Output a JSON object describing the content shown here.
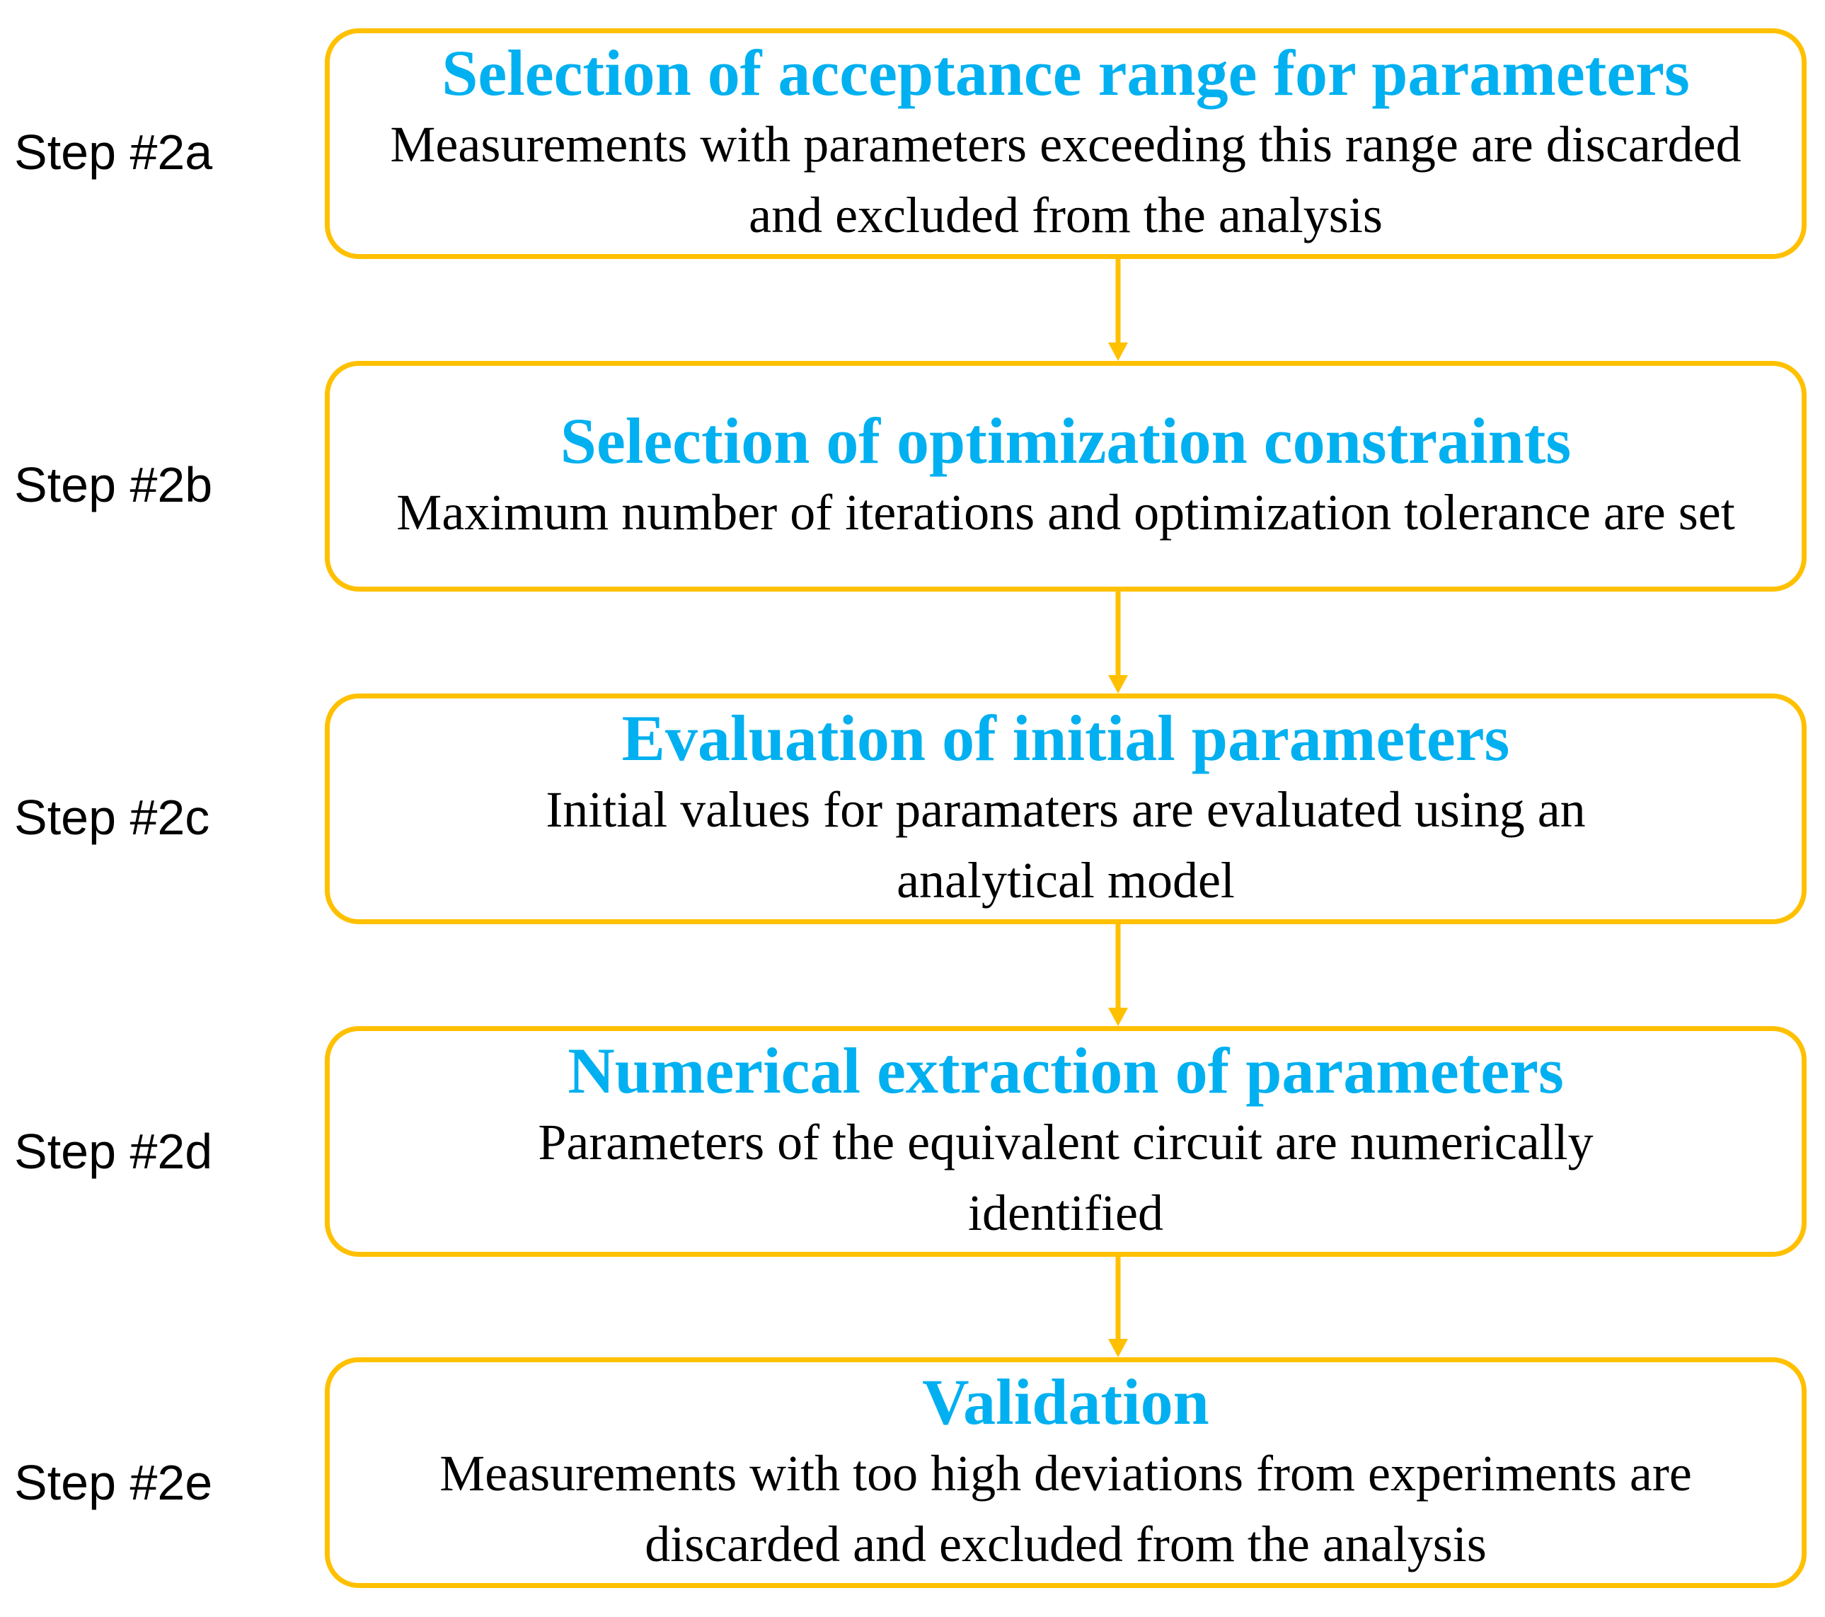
{
  "colors": {
    "box_border": "#FFC000",
    "title_text": "#00B0F0",
    "body_text": "#000000",
    "arrow": "#FFC000"
  },
  "steps": [
    {
      "label": "Step #2a",
      "title": "Selection of acceptance range for parameters",
      "description": "Measurements with parameters exceeding this range are discarded and excluded from the analysis"
    },
    {
      "label": "Step #2b",
      "title": "Selection of optimization constraints",
      "description": "Maximum number of iterations and optimization tolerance are set"
    },
    {
      "label": "Step #2c",
      "title": "Evaluation of initial parameters",
      "description": "Initial values for paramaters are evaluated using an analytical model"
    },
    {
      "label": "Step #2d",
      "title": "Numerical extraction of parameters",
      "description": "Parameters of the equivalent circuit are numerically identified"
    },
    {
      "label": "Step #2e",
      "title": "Validation",
      "description": "Measurements with too high deviations from experiments are discarded and excluded from the analysis"
    }
  ]
}
